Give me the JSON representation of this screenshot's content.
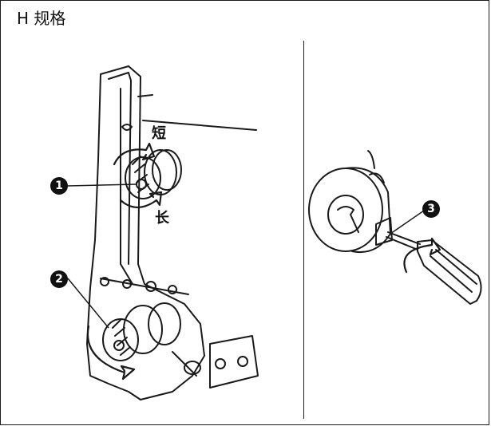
{
  "header": {
    "title": "H 规格"
  },
  "left_diagram": {
    "label_short": "短",
    "label_long": "长",
    "callout_1": "1",
    "callout_2": "2"
  },
  "right_diagram": {
    "callout_3": "3"
  },
  "colors": {
    "line": "#1a1a1a",
    "background": "#ffffff",
    "callout": "#111111"
  }
}
